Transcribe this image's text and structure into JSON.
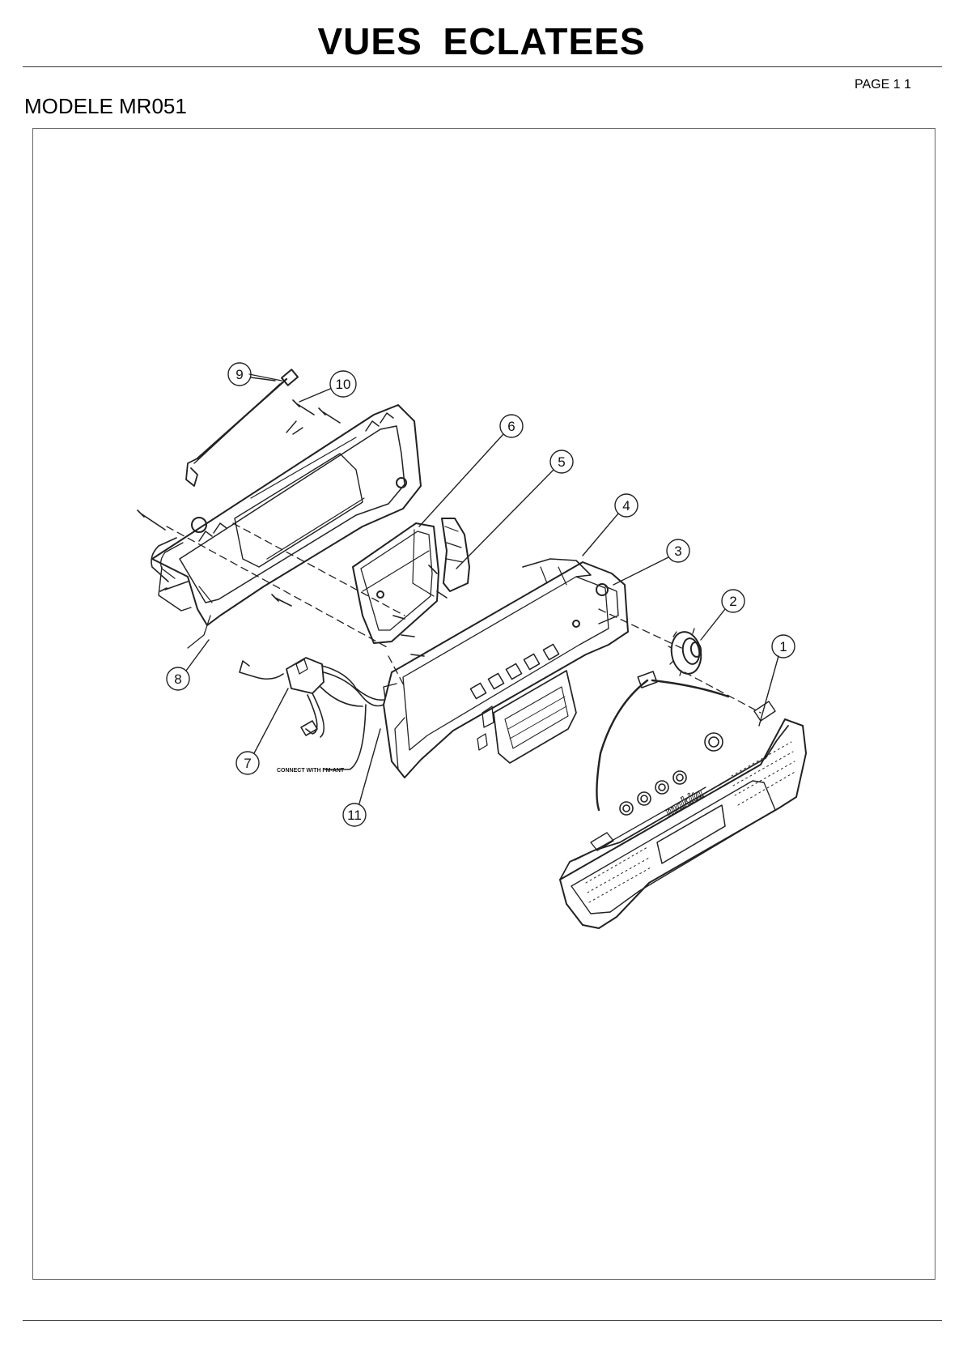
{
  "header": {
    "title": "VUES  ECLATEES",
    "page": "PAGE 1 1",
    "model": "MODELE MR051"
  },
  "diagram": {
    "callouts": [
      {
        "id": "1",
        "label": "1"
      },
      {
        "id": "2",
        "label": "2"
      },
      {
        "id": "3",
        "label": "3"
      },
      {
        "id": "4",
        "label": "4"
      },
      {
        "id": "5",
        "label": "5"
      },
      {
        "id": "6",
        "label": "6"
      },
      {
        "id": "7",
        "label": "7"
      },
      {
        "id": "8",
        "label": "8"
      },
      {
        "id": "9",
        "label": "9"
      },
      {
        "id": "10",
        "label": "10"
      },
      {
        "id": "11",
        "label": "11"
      }
    ],
    "note": "CONNECT WITH FM-ANT",
    "brand": "makita"
  }
}
